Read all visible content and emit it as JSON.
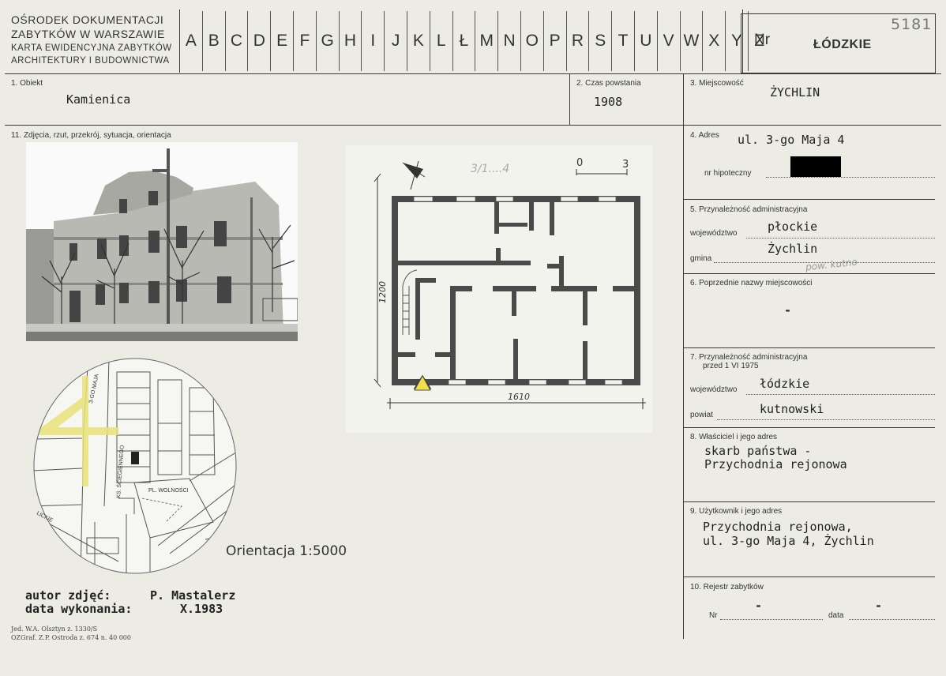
{
  "header": {
    "org_line1": "OŚRODEK DOKUMENTACJI",
    "org_line2": "ZABYTKÓW W WARSZAWIE",
    "org_line3": "KARTA EWIDENCYJNA ZABYTKÓW",
    "org_line4": "ARCHITEKTURY I BUDOWNICTWA",
    "letters": [
      "A",
      "B",
      "C",
      "D",
      "E",
      "F",
      "G",
      "H",
      "I",
      "J",
      "K",
      "L",
      "Ł",
      "M",
      "N",
      "O",
      "P",
      "R",
      "S",
      "T",
      "U",
      "V",
      "W",
      "X",
      "Y",
      "Z"
    ],
    "nr_label": "Nr",
    "region": "ŁÓDZKIE",
    "card_number": "5181"
  },
  "fields": {
    "obiekt_label": "1. Obiekt",
    "obiekt_value": "Kamienica",
    "czas_label": "2. Czas powstania",
    "czas_value": "1908",
    "miejscowosc_label": "3. Miejscowość",
    "miejscowosc_value": "ŻYCHLIN",
    "zdjecia_label": "11. Zdjęcia, rzut, przekrój, sytuacja, orientacja",
    "adres_label": "4. Adres",
    "adres_value": "ul. 3-go Maja 4",
    "hipoteczny_label": "nr hipoteczny",
    "przynaleznosc_label": "5. Przynależność administracyjna",
    "wojewodztwo_label": "województwo",
    "wojewodztwo_value": "płockie",
    "gmina_label": "gmina",
    "gmina_value": "Żychlin",
    "gmina_note": "pow. kutno",
    "poprzednie_label": "6. Poprzednie nazwy miejscowości",
    "poprzednie_value": "-",
    "przynaleznosc_old_label": "7. Przynależność administracyjna",
    "przynaleznosc_old_sub": "przed 1 VI 1975",
    "wojewodztwo_old_label": "województwo",
    "wojewodztwo_old_value": "łódzkie",
    "powiat_label": "powiat",
    "powiat_value": "kutnowski",
    "wlasciciel_label": "8. Właściciel i jego adres",
    "wlasciciel_line1": "skarb państwa -",
    "wlasciciel_line2": "Przychodnia rejonowa",
    "uzytkownik_label": "9. Użytkownik i jego adres",
    "uzytkownik_line1": "Przychodnia rejonowa,",
    "uzytkownik_line2": "ul. 3-go Maja 4, Żychlin",
    "rejestr_label": "10. Rejestr zabytków",
    "rejestr_nr_label": "Nr",
    "rejestr_nr_value": "-",
    "rejestr_data_label": "data",
    "rejestr_data_value": "-"
  },
  "plan": {
    "scale_start": "0",
    "scale_end": "3",
    "dim_width": "1610",
    "dim_height": "1200",
    "pencil_note": "3/1....4"
  },
  "map": {
    "street1": "3-GO MAJA",
    "street2": "KS. ŚCIEGIENNEGO",
    "square": "PL. WOLNOŚCI",
    "street3": "LICKIE",
    "orientation": "Orientacja 1:5000",
    "highlight_color": "#e8e27a"
  },
  "footer": {
    "autor_label": "autor zdjęć:",
    "autor_value": "P. Mastalerz",
    "data_label": "data wykonania:",
    "data_value": "X.1983",
    "print_line1": "Jed. W.A. Olsztyn z. 1330/S",
    "print_line2": "OZGraf. Z.P. Ostroda z. 674 n. 40 000"
  }
}
